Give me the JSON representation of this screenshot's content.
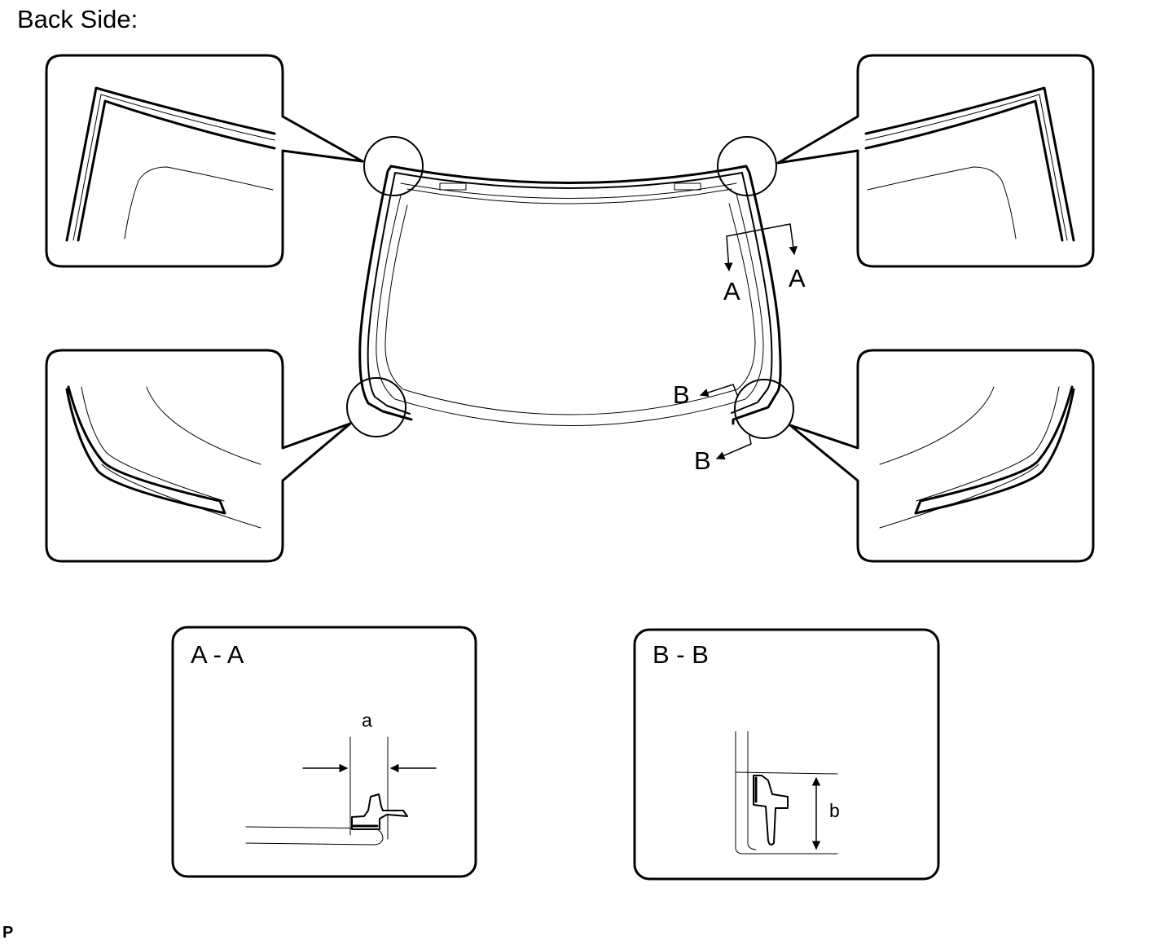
{
  "title": "Back Side:",
  "section_markers": {
    "a": "A",
    "b": "B"
  },
  "sections": {
    "aa": {
      "title": "A - A",
      "dimension": "a"
    },
    "bb": {
      "title": "B - B",
      "dimension": "b"
    }
  },
  "footer_code": "P",
  "colors": {
    "ink": "#000000",
    "background": "#ffffff"
  }
}
